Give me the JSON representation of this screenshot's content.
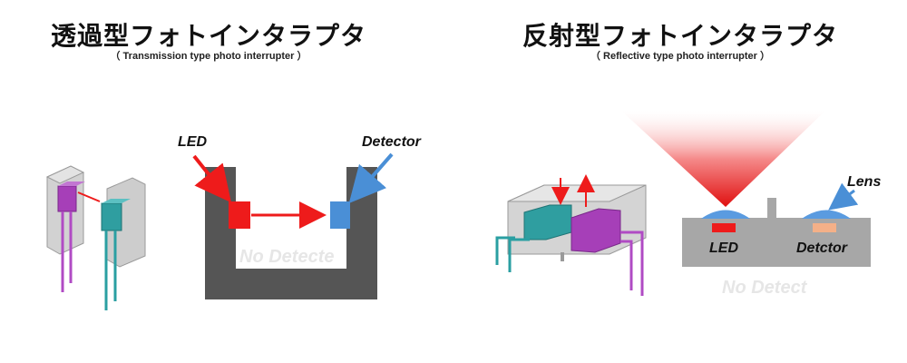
{
  "left": {
    "title": "透過型フォトインタラプタ",
    "subtitle": "（ Transmission type photo interrupter ）",
    "led_label": "LED",
    "detector_label": "Detector",
    "ghost_text": "No Detecte",
    "colors": {
      "led": "#ee1b1b",
      "detector": "#4a8fd6",
      "housing": "#555555",
      "arrow": "#ee1b1b"
    }
  },
  "right": {
    "title": "反射型フォトインタラプタ",
    "subtitle": "（ Reflective type photo interrupter ）",
    "lens_label": "Lens",
    "led_label": "LED",
    "detector_label": "Detctor",
    "ghost_text": "No Detect",
    "colors": {
      "beam": "#ee1b1b",
      "lens": "#5a9be0",
      "base": "#a7a7a7",
      "led": "#ee1b1b",
      "detector": "#f4b088"
    }
  }
}
